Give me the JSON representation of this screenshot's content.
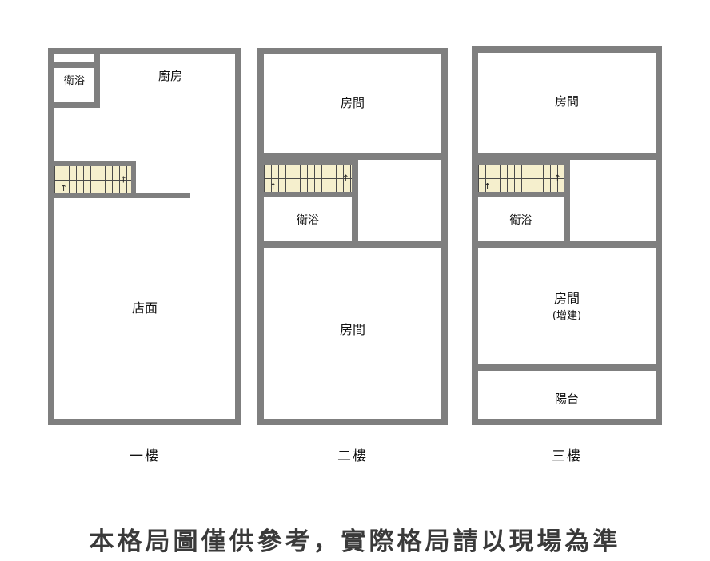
{
  "floors": [
    {
      "name": "一樓",
      "rooms": {
        "bathroom": "衛浴",
        "kitchen": "廚房",
        "storefront": "店面"
      }
    },
    {
      "name": "二樓",
      "rooms": {
        "top_room": "房間",
        "bathroom": "衛浴",
        "bottom_room": "房間"
      }
    },
    {
      "name": "三樓",
      "rooms": {
        "top_room": "房間",
        "bathroom": "衛浴",
        "middle_room": "房間",
        "middle_room_note": "(增建)",
        "balcony": "陽台"
      }
    }
  ],
  "icons": {
    "stair_arrow": "↑"
  },
  "disclaimer": "本格局圖僅供參考，實際格局請以現場為準",
  "colors": {
    "wall": "#7f7f7f",
    "stair_fill": "#f5efcd",
    "stair_line": "#4a4a4a",
    "label_text": "#111111",
    "disclaimer_text": "#3a3a3a",
    "background": "#ffffff"
  }
}
